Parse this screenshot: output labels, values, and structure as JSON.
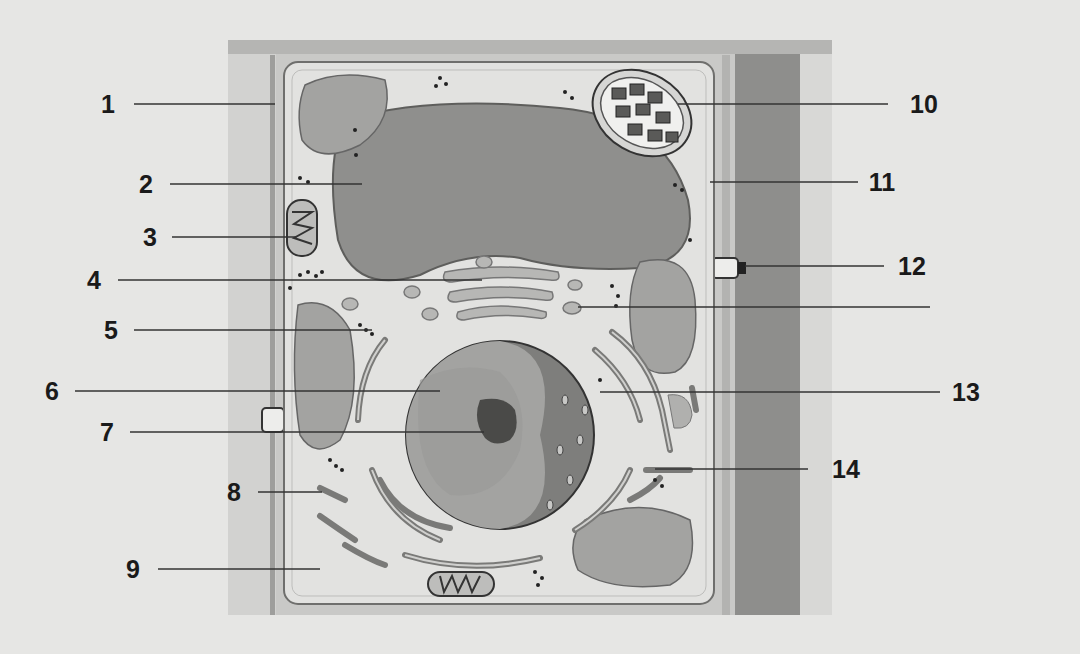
{
  "diagram": {
    "labels": [
      "1",
      "2",
      "3",
      "4",
      "5",
      "6",
      "7",
      "8",
      "9",
      "10",
      "11",
      "12",
      "13",
      "14"
    ]
  }
}
